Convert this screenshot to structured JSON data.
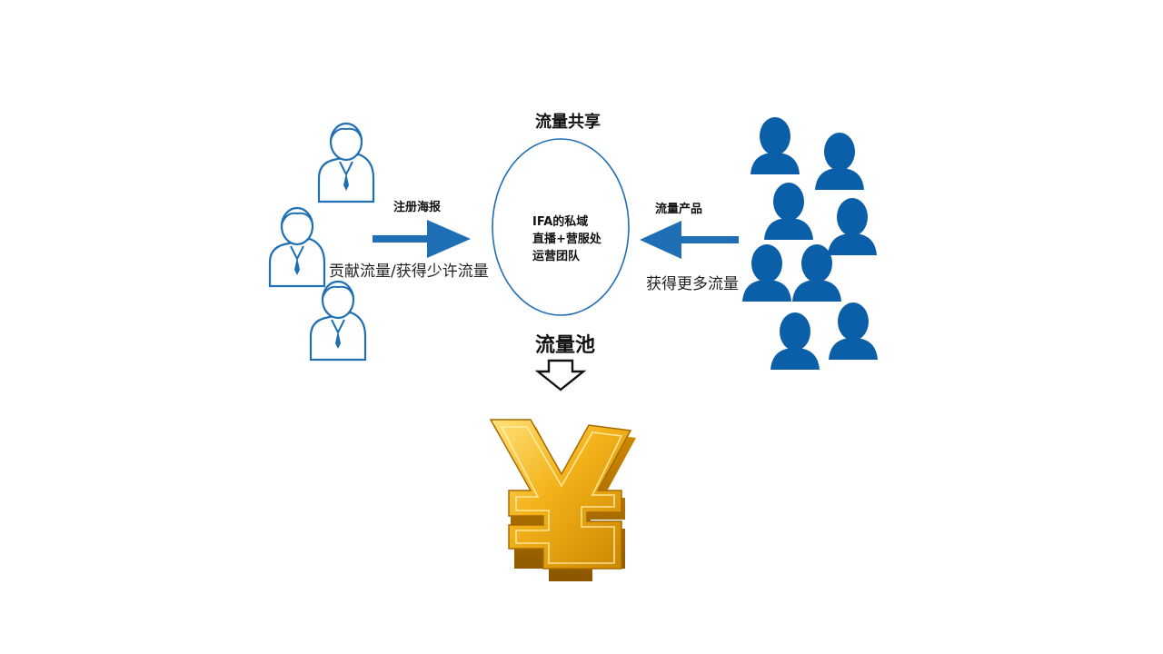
{
  "diagram": {
    "top_title": "流量共享",
    "circle_lines": [
      "IFA的私域",
      "直播+营服处",
      "运营团队"
    ],
    "left_arrow_top": "注册海报",
    "left_arrow_bottom": "贡献流量/获得少许流量",
    "right_arrow_top": "流量产品",
    "right_arrow_bottom": "获得更多流量",
    "pool_label": "流量池",
    "colors": {
      "outline_blue": "#1f6fb5",
      "solid_blue": "#0b5fa8",
      "gold": "#f3b21a",
      "gold_dark": "#b97800"
    }
  }
}
